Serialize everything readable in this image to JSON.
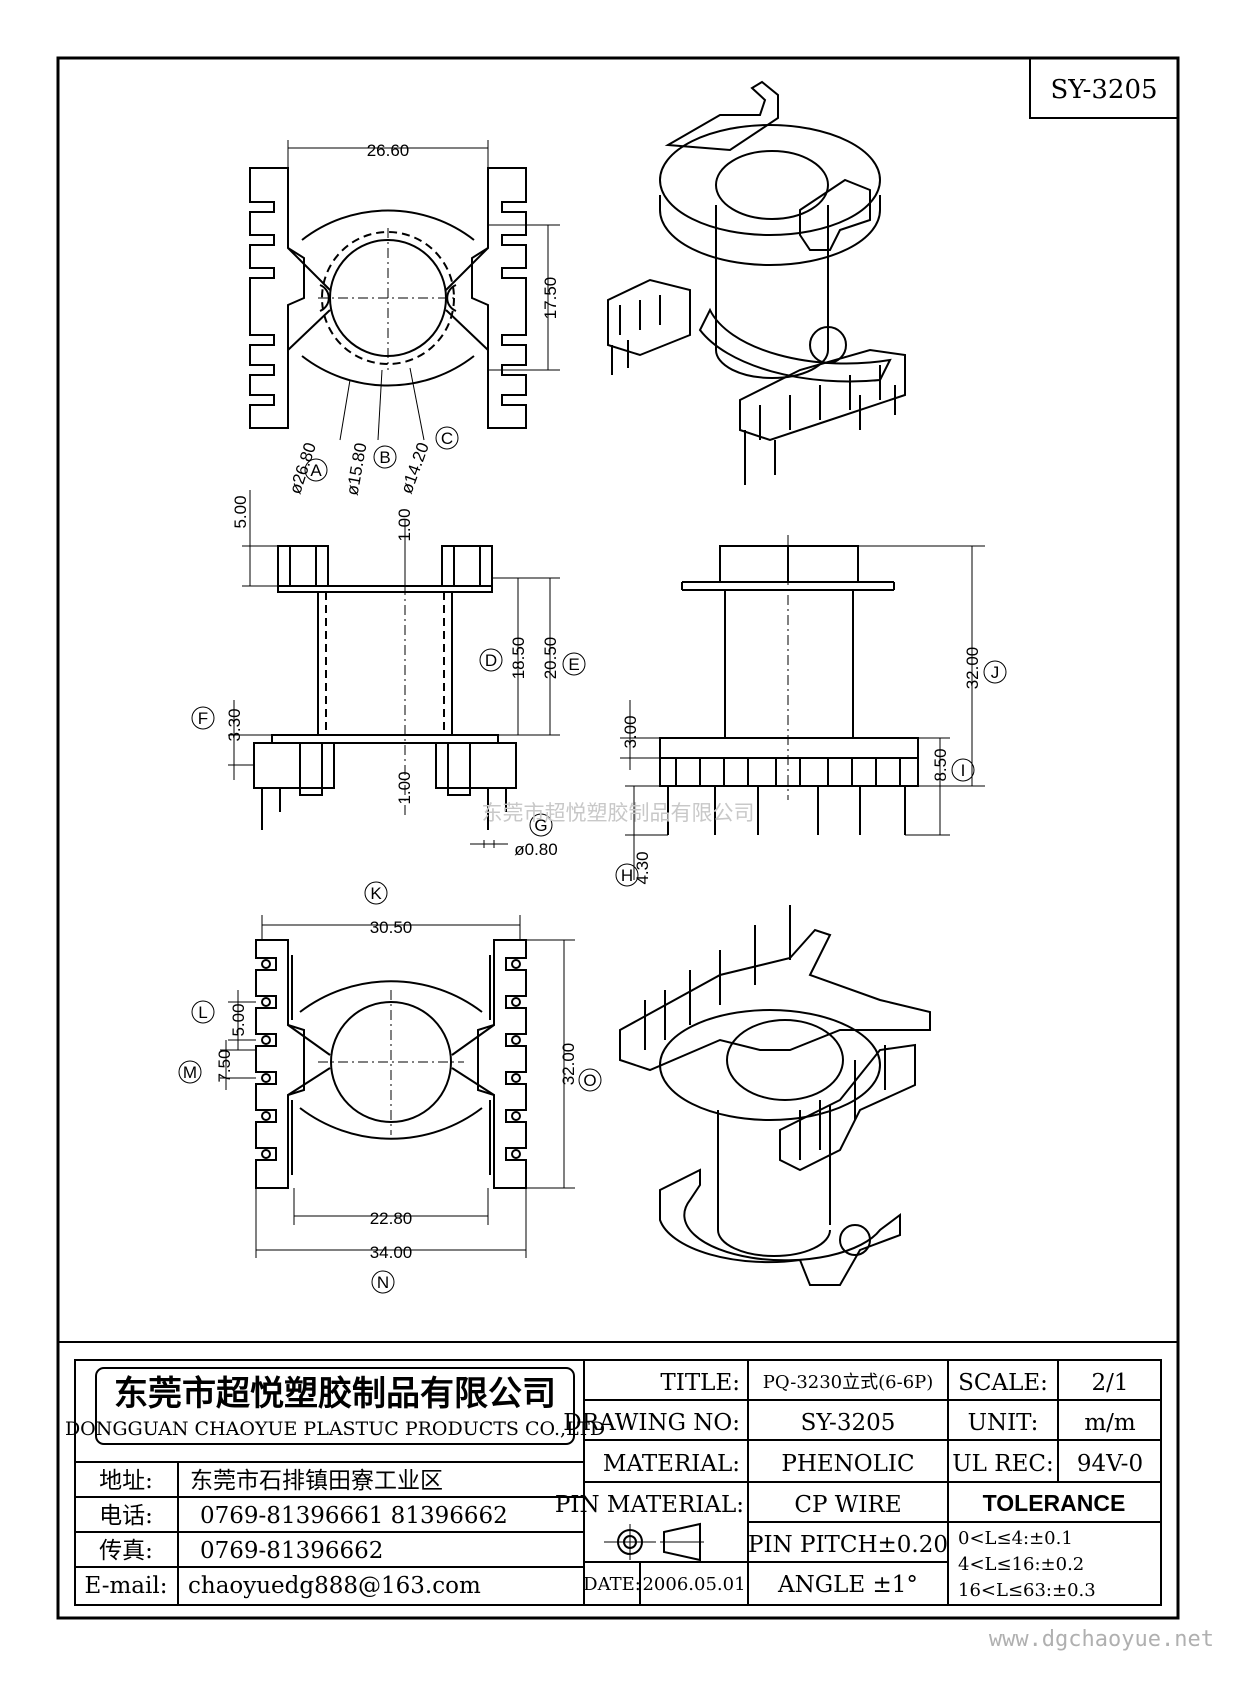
{
  "drawing_code": "SY-3205",
  "watermark": "东莞市超悦塑胶制品有限公司",
  "site_url": "www.dgchaoyue.net",
  "dimensions": {
    "top_width": "26.60",
    "top_height": "17.50",
    "dia_a": "ø26.80",
    "dia_b": "ø15.80",
    "dia_c": "ø14.20",
    "side_top": "5.00",
    "side_flange": "1.00",
    "side_d": "18.50",
    "side_e": "20.50",
    "side_f": "3.30",
    "side_bottom": "1.00",
    "pin_dia": "ø0.80",
    "front_j": "32.00",
    "front_base": "3.00",
    "front_i": "8.50",
    "pin_len": "4.30",
    "bottom_k": "30.50",
    "bottom_l": "5.00",
    "bottom_m": "7.50",
    "bottom_o": "32.00",
    "bottom_inner": "22.80",
    "bottom_n": "34.00"
  },
  "labels": {
    "a": "A",
    "b": "B",
    "c": "C",
    "d": "D",
    "e": "E",
    "f": "F",
    "g": "G",
    "h": "H",
    "i": "I",
    "j": "J",
    "k": "K",
    "l": "L",
    "m": "M",
    "n": "N",
    "o": "O"
  },
  "title_block": {
    "company_cn": "东莞市超悦塑胶制品有限公司",
    "company_en": "DONGGUAN CHAOYUE PLASTUC PRODUCTS CO.,LTD",
    "address_label": "地址:",
    "address_value": "东莞市石排镇田寮工业区",
    "phone_label": "电话:",
    "phone_value": "0769-81396661  81396662",
    "fax_label": "传真:",
    "fax_value": "0769-81396662",
    "email_label": "E-mail:",
    "email_value": "chaoyuedg888@163.com",
    "title_label": "TITLE:",
    "title_value": "PQ-3230立式(6-6P)",
    "drawing_no_label": "DRAWING NO:",
    "drawing_no_value": "SY-3205",
    "material_label": "MATERIAL:",
    "material_value": "PHENOLIC",
    "pin_material_label": "PIN MATERIAL:",
    "pin_material_value": "CP WIRE",
    "date_label": "DATE:",
    "date_value": "2006.05.01",
    "scale_label": "SCALE:",
    "scale_value": "2/1",
    "unit_label": "UNIT:",
    "unit_value": "m/m",
    "ul_label": "UL REC:",
    "ul_value": "94V-0",
    "tolerance_label": "TOLERANCE",
    "pin_pitch": "PIN PITCH±0.20",
    "angle": "ANGLE  ±1°",
    "tol_1": "0<L≤4:±0.1",
    "tol_2": "4<L≤16:±0.2",
    "tol_3": "16<L≤63:±0.3"
  }
}
